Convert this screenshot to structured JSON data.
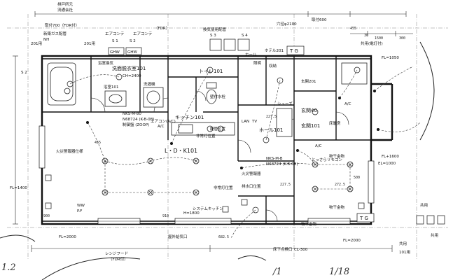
{
  "plan": {
    "labels": {
      "top_note1": "排戸所元",
      "top_note2": "流通会社",
      "t_pipe": "取付700（FDR付）",
      "h_201": "201用",
      "ec_top1": "エアコンテ",
      "ec_top2": "エアコンテ",
      "fdr_top": "（FDR）",
      "kansai": "換気使用配管",
      "hole_2100": "穴径φ2100",
      "dim_600": "取付600",
      "d455": "455",
      "d30": "30",
      "d1500": "1500",
      "d300": "300",
      "s1": "S 1",
      "s2": "S 2",
      "s3": "S 3",
      "s4": "S 4",
      "s2_left": "S 2",
      "tg1": "T G",
      "tg2": "T G",
      "ghw1": "GHW",
      "ghw2": "GHW",
      "gas": "新築ガス配管",
      "nh": "NH",
      "hotel_201": "ホテル201",
      "kyoyou": "共用",
      "kyoyou2": "共用",
      "kyoyou3": "共用",
      "entrance_201": "玄関201",
      "kyoyou_ri": "共用(電灯付)",
      "fl_1050": "FL=1050",
      "fl_1400": "FL=1400",
      "fl_1600": "FL+1600",
      "fl_2000": "FL=2000",
      "fl_2000b": "FL=2000",
      "yokushitsu_101": "浴室101",
      "yokushitsu_kanso": "浴室換気",
      "senmenjo": "洗面脱衣室101",
      "ch_2400": "CH=2400",
      "sengi": "洗濯機",
      "kitchen_101": "キッチン101",
      "toilet_101": "トイレ101",
      "ldk": "L・D・K101",
      "hall_101": "ホール101",
      "genkan_101": "玄関101",
      "entrance_40": "玄関40",
      "kasai_1": "火災警報器仕様",
      "kasai_2": "火災警報器",
      "hijou_1": "非常灯位置",
      "hijou_2": "非常灯位置",
      "wall_water": "壁付水栓",
      "shoe_box": "シューズ",
      "mono_1": "物干金物",
      "mono_2": "物干金物",
      "mono_3": "物干金物",
      "aircon_ldk": "エアコン(A/C)",
      "ac_1": "A/C",
      "ac_2": "A/C",
      "ac_3": "A/C",
      "nks1": "NKS-M-80",
      "nks2": "NKS-M-B",
      "model1": "N68724 (K-B-0B)",
      "model2": "N68724 (K-B-0B)",
      "model3": "制御盤 (ZOOP)",
      "toto": "とっさらリモコン",
      "lan": "LAN",
      "tv": "TV",
      "hall_text": "ホール",
      "lamp_1": "照明",
      "storage": "収納",
      "w_227": "227.5",
      "w_227b": "227.5",
      "w_272": "272.5",
      "w_682": "682.5",
      "w_500": "500",
      "w_900": "900",
      "w_910": "910",
      "w_455b": "455",
      "keitai": "システムキッチン",
      "w_h": "H=1800",
      "kitchen_fan": "レンジフード",
      "fdr_bottom": "（FDR付）",
      "rooftop": "屋外給気口",
      "neck_1": "配管位置",
      "dr_1": "排水口位置",
      "floor_note": "床下点検口",
      "cl_300": "CL-300",
      "yuka_1": "床暖房",
      "h_201b": "201用",
      "h_101": "101用",
      "el_1": "EL=1000",
      "mk_ww": "WW",
      "mk_pf": "P.F",
      "tab_1": "1.2",
      "hand_1": "/1",
      "hand_2": "1/18"
    }
  }
}
